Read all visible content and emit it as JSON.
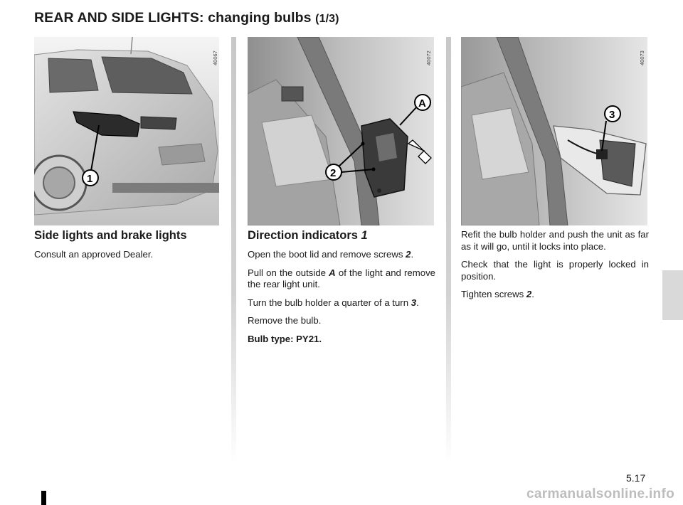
{
  "page": {
    "title": "REAR AND SIDE LIGHTS: changing bulbs",
    "title_part": "(1/3)",
    "page_number": "5.17",
    "watermark": "carmanualsonline.info"
  },
  "figures": [
    {
      "code": "40067",
      "callouts": [
        "1"
      ]
    },
    {
      "code": "40072",
      "callouts": [
        "A",
        "2"
      ]
    },
    {
      "code": "40073",
      "callouts": [
        "3"
      ]
    }
  ],
  "col1": {
    "heading": "Side lights and brake lights",
    "p1": "Consult an approved Dealer."
  },
  "col2": {
    "heading": "Direction indicators",
    "heading_ref": "1",
    "p1_text": "Open the boot lid and remove screws",
    "p1_ref": "2",
    "p1_end": ".",
    "p2_a": "Pull on the outside",
    "p2_ref": "A",
    "p2_b": "of the light and remove the rear light unit.",
    "p3_text": "Turn the bulb holder a quarter of a turn",
    "p3_ref": "3",
    "p3_end": ".",
    "p4": "Remove the bulb.",
    "p5": "Bulb type: PY21."
  },
  "col3": {
    "p1": "Refit the bulb holder and push the unit as far as it will go, until it locks into place.",
    "p2": "Check that the light is properly locked in position.",
    "p3_text": "Tighten screws",
    "p3_ref": "2",
    "p3_end": "."
  }
}
